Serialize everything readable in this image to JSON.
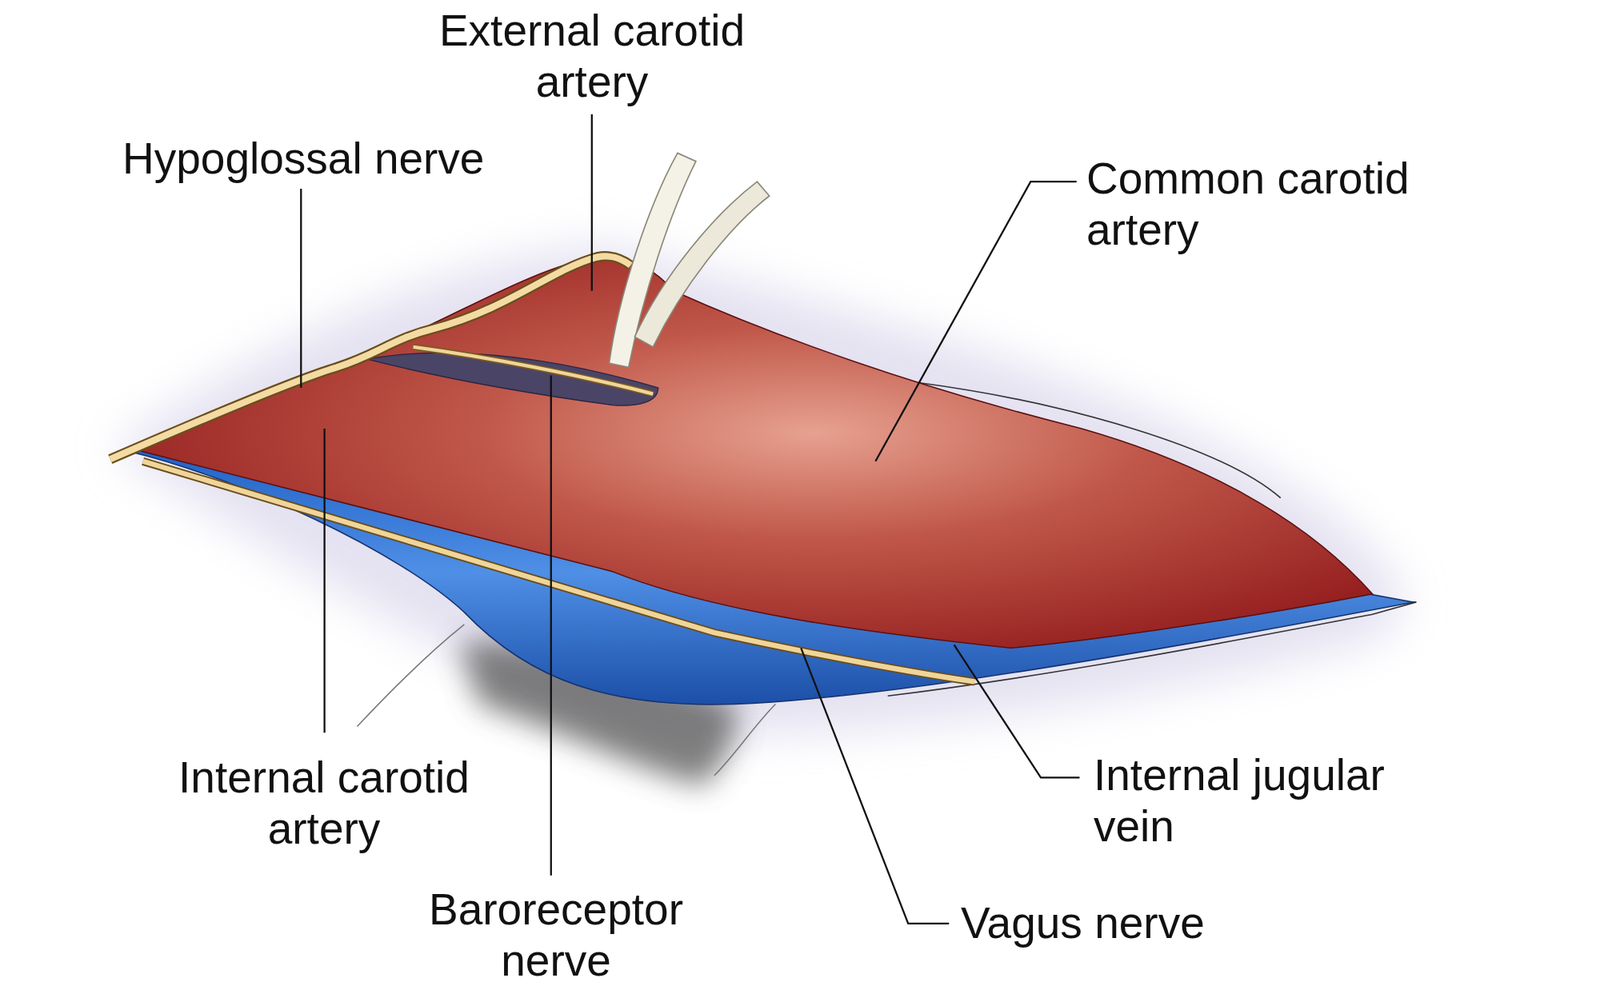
{
  "diagram": {
    "labels": [
      "External carotid artery",
      "Hypoglossal nerve",
      "Common carotid artery",
      "Internal carotid artery",
      "Baroreceptor nerve",
      "Internal jugular vein",
      "Vagus nerve"
    ]
  }
}
